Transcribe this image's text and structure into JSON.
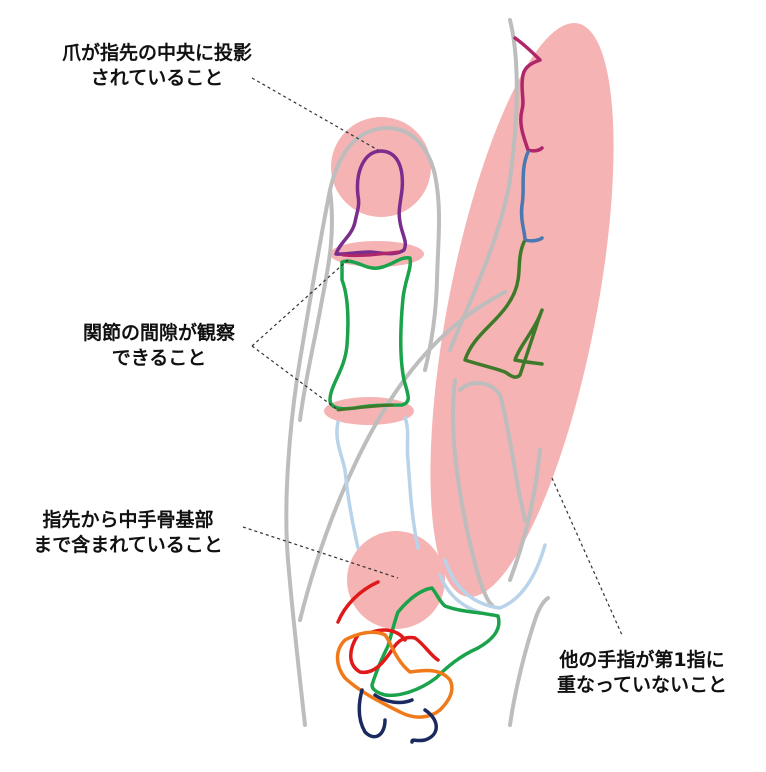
{
  "annotations": {
    "nail": {
      "line1": "爪が指先の中央に投影",
      "line2": "されていること"
    },
    "joint": {
      "line1": "関節の間隙が観察",
      "line2": "できること"
    },
    "range": {
      "line1": "指先から中手骨基部",
      "line2": "まで含まれていること"
    },
    "overlap": {
      "line1": "他の手指が第1指に",
      "line2": "重なっていないこと"
    }
  },
  "colors": {
    "highlight": "#f4a6a6",
    "outline": "#bdbdbd",
    "distal_phalanx": "#7b2d8e",
    "middle_phalanx": "#1aa34a",
    "proximal_phalanx": "#b9d3ea",
    "metacarpal": "#1aa34a",
    "carpal_red": "#e0191b",
    "carpal_orange": "#f07a1a",
    "carpal_navy": "#1a2a5e",
    "other_finger_magenta": "#b0266a",
    "other_finger_blue": "#4a78b0",
    "other_finger_green": "#3f7a2a"
  }
}
